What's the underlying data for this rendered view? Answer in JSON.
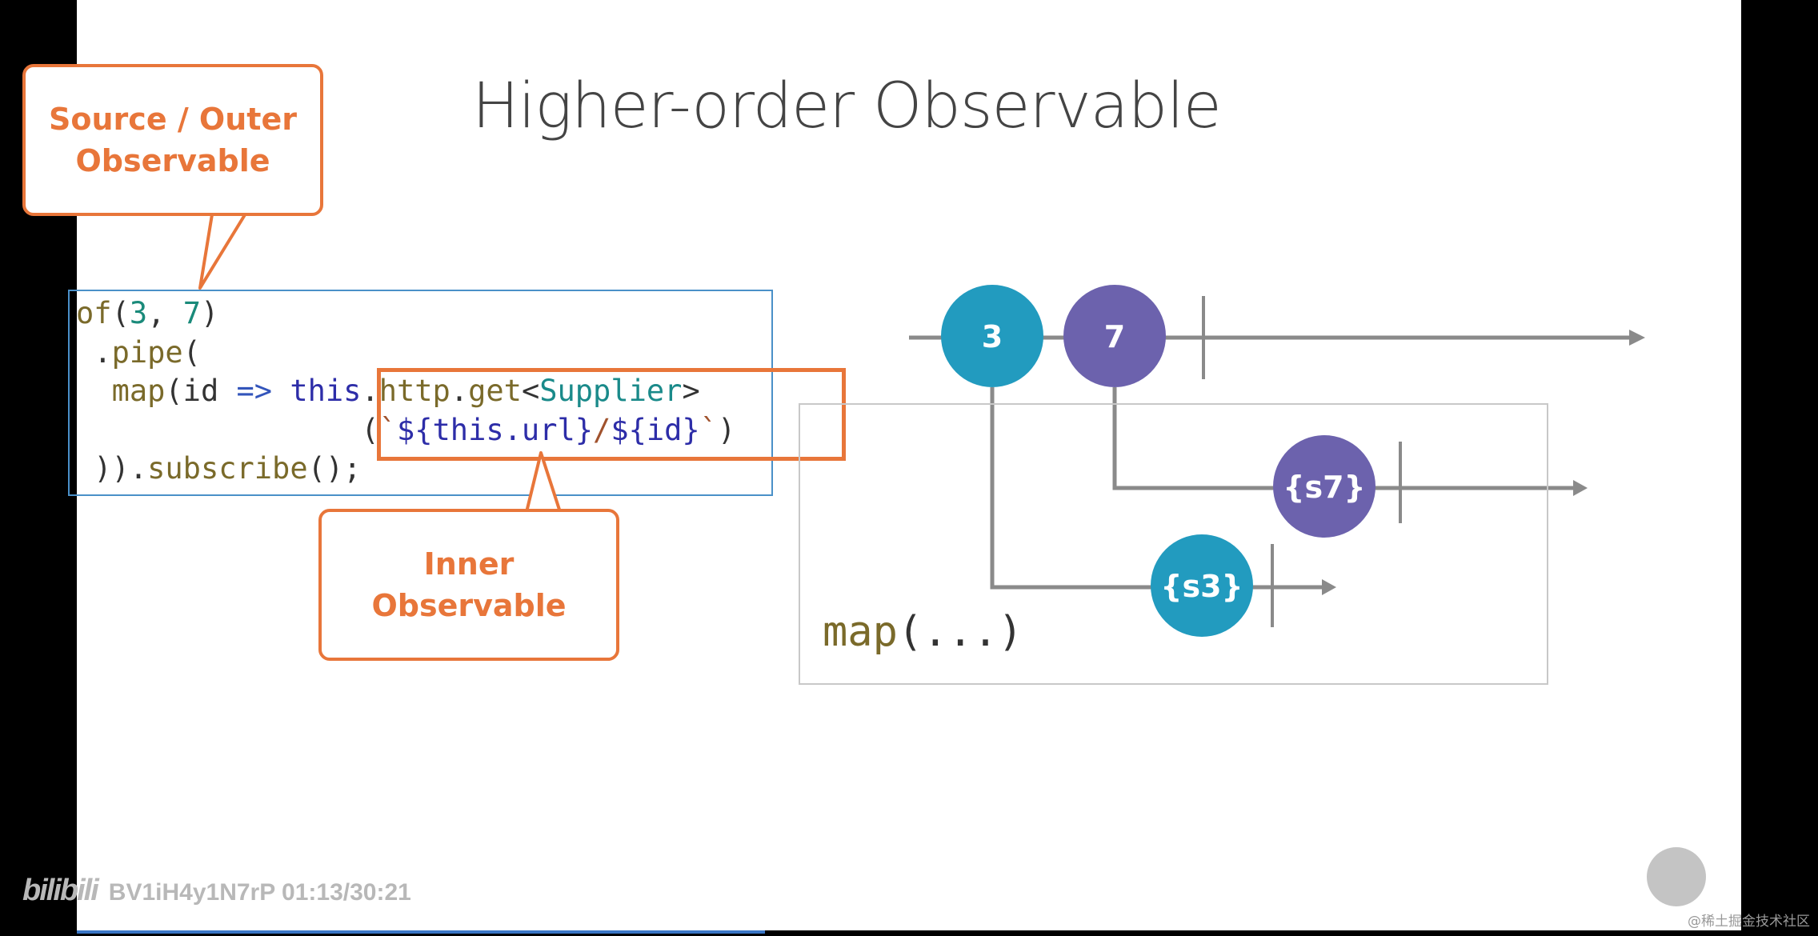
{
  "slide": {
    "title": "Higher-order Observable",
    "callout_outer": [
      "Source / Outer",
      "Observable"
    ],
    "callout_inner": [
      "Inner",
      "Observable"
    ],
    "map_label_fn": "map",
    "map_label_args": "(...)"
  },
  "code": {
    "line1": {
      "fn": "of",
      "open": "(",
      "n1": "3",
      "sep": ", ",
      "n2": "7",
      "close": ")"
    },
    "line2": {
      "indent": " .",
      "fn": "pipe",
      "open": "("
    },
    "line3": {
      "indent": "  ",
      "fn": "map",
      "open": "(id ",
      "arrow": "=>",
      "sp": " ",
      "this": "this",
      "dot1": ".",
      "http": "http",
      "dot2": ".",
      "get": "get",
      "lt": "<",
      "type": "Supplier",
      "gt": ">"
    },
    "line4": {
      "indent": "                ",
      "open": "(",
      "tick1": "`",
      "tpl1": "${this.url}",
      "slash": "/",
      "tpl2": "${id}",
      "tick2": "`",
      "close": ")"
    },
    "line5": {
      "indent": " ",
      "close": "))",
      "dot": ".",
      "fn": "subscribe",
      "end": "();"
    }
  },
  "diagram": {
    "outer_values": [
      "3",
      "7"
    ],
    "inner_values": [
      "{s7}",
      "{s3}"
    ],
    "colors": {
      "teal": "#229bbf",
      "purple": "#6c62ad",
      "line": "#8a8a8a",
      "accent": "#e8763a"
    }
  },
  "overlay": {
    "watermark_logo": "bilibili",
    "watermark_text": "BV1iH4y1N7rP 01:13/30:21",
    "corner_text": "@稀土掘金技术社区"
  }
}
